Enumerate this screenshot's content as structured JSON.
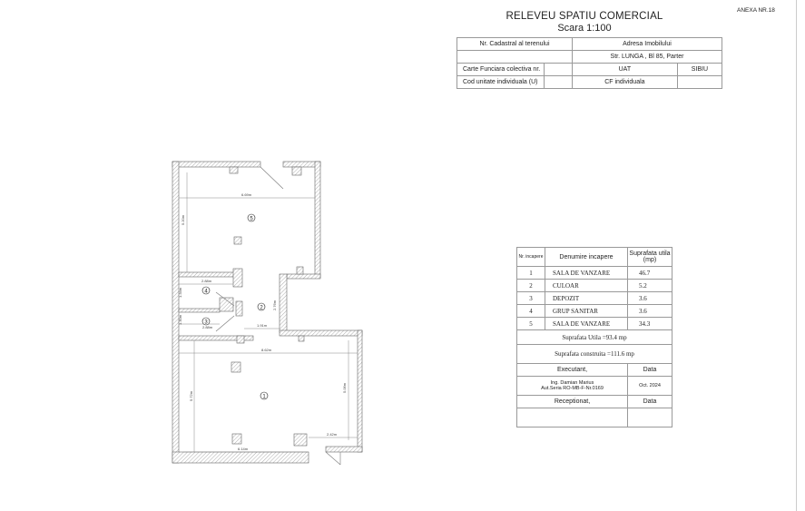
{
  "header": {
    "title": "RELEVEU SPATIU COMERCIAL",
    "scale": "Scara 1:100",
    "annex": "ANEXA NR.18"
  },
  "info_table": {
    "cadastral_label": "Nr. Cadastral al terenului",
    "address_label": "Adresa Imobilului",
    "address_value": "Str. LUNGA , Bl 85, Parter",
    "cf_collective_label": "Carte Funciara colectiva nr.",
    "uat_label": "UAT",
    "uat_value": "SIBIU",
    "unit_code_label": "Cod unitate individuala   (U)",
    "cf_individual_label": "CF   individuala"
  },
  "rooms_table": {
    "col_nr": "Nr. incapere",
    "col_name": "Denumire  incapere",
    "col_area": "Suprafata  utila (mp)",
    "rows": [
      {
        "nr": "1",
        "name": "SALA DE VANZARE",
        "area": "46.7"
      },
      {
        "nr": "2",
        "name": "CULOAR",
        "area": "5.2"
      },
      {
        "nr": "3",
        "name": "DEPOZIT",
        "area": "3.6"
      },
      {
        "nr": "4",
        "name": "GRUP SANITAR",
        "area": "3.6"
      },
      {
        "nr": "5",
        "name": "SALA DE VANZARE",
        "area": "34.3"
      }
    ],
    "useful_area": "Suprafata Utila =93.4 mp",
    "built_area": "Suprafata construita =111.6 mp",
    "executant_label": "Executant,",
    "date_label": "Data",
    "executant_name": "Ing. Damian Marius",
    "executant_auth": "Aut.Seria RO-MB-F-Nr.0169",
    "executant_date": "Oct. 2024",
    "receptionat_label": "Receptionat,",
    "date_label2": "Data"
  },
  "plan": {
    "room_labels": [
      "1",
      "2",
      "3",
      "4",
      "5"
    ],
    "dimensions": {
      "d5_width": "6.69m",
      "d5_height": "5.20m",
      "d4_width": "2.88m",
      "d4_height": "1.34m",
      "d2_height": "2.76m",
      "d3_height": "1.30m",
      "d3_width": "2.88m",
      "d2_width": "1.91m",
      "d1_width": "8.62m",
      "d1_left": "5.72m",
      "d1_right": "5.06m",
      "d1_bottom": "6.14m",
      "d1_entry": "2.42m"
    }
  }
}
